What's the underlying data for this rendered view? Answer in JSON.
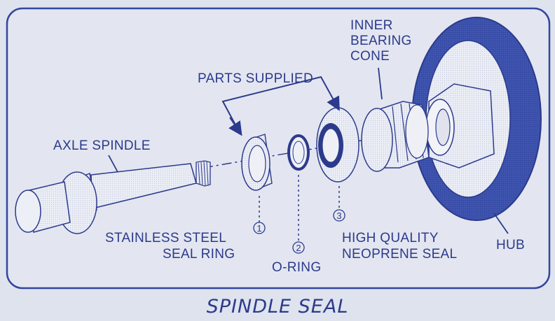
{
  "title": "SPINDLE SEAL",
  "labels": {
    "parts_supplied": "PARTS SUPPLIED",
    "inner_bearing_line1": "INNER",
    "inner_bearing_line2": "BEARING",
    "inner_bearing_line3": "CONE",
    "axle_spindle": "AXLE SPINDLE",
    "seal_ring_line1": "STAINLESS STEEL",
    "seal_ring_line2": "SEAL RING",
    "o_ring": "O-RING",
    "neoprene_line1": "HIGH QUALITY",
    "neoprene_line2": "NEOPRENE SEAL",
    "hub": "HUB"
  },
  "part_numbers": {
    "seal_ring": "1",
    "o_ring": "2",
    "neoprene_seal": "3"
  },
  "colors": {
    "background": "#dfe3ee",
    "ink": "#2c3a8c",
    "part_fill": "#eef0f6",
    "hub_fill": "#3f55b0"
  }
}
